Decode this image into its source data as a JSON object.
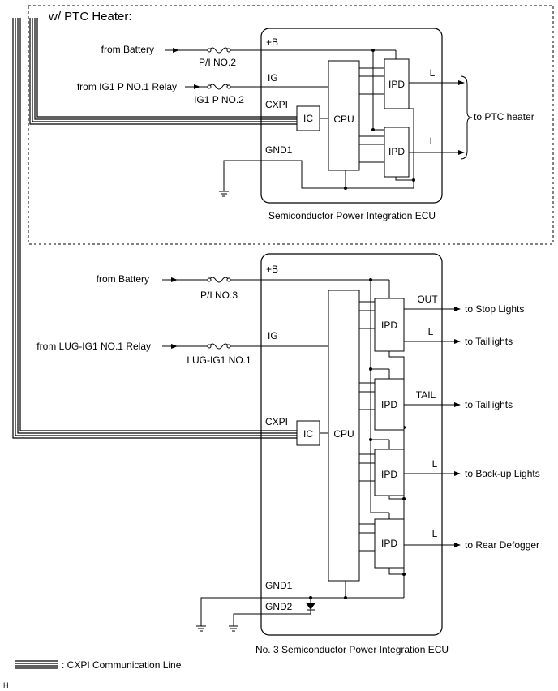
{
  "top_section": {
    "heading": "w/ PTC Heater:",
    "ecu_caption": "Semiconductor Power Integration ECU",
    "inputs": {
      "battery_label": "from Battery",
      "battery_fuse": "P/I NO.2",
      "ig_label": "from IG1 P NO.1 Relay",
      "ig_fuse": "IG1 P NO.2"
    },
    "pins": {
      "b": "+B",
      "ig": "IG",
      "cxpi": "CXPI",
      "gnd1": "GND1"
    },
    "blocks": {
      "ic": "IC",
      "cpu": "CPU",
      "ipd1": "IPD",
      "ipd2": "IPD"
    },
    "outputs": {
      "l1": "L",
      "l2": "L",
      "destination": "to PTC heater"
    }
  },
  "bottom_section": {
    "ecu_caption": "No. 3 Semiconductor Power Integration ECU",
    "inputs": {
      "battery_label": "from Battery",
      "battery_fuse": "P/I NO.3",
      "ig_label": "from LUG-IG1 NO.1 Relay",
      "ig_fuse": "LUG-IG1 NO.1"
    },
    "pins": {
      "b": "+B",
      "ig": "IG",
      "cxpi": "CXPI",
      "gnd1": "GND1",
      "gnd2": "GND2"
    },
    "blocks": {
      "ic": "IC",
      "cpu": "CPU",
      "ipd1": "IPD",
      "ipd2": "IPD",
      "ipd3": "IPD",
      "ipd4": "IPD"
    },
    "outputs": [
      {
        "pin": "OUT",
        "destination": "to Stop Lights"
      },
      {
        "pin": "L",
        "destination": "to Taillights"
      },
      {
        "pin": "TAIL",
        "destination": "to Taillights"
      },
      {
        "pin": "L",
        "destination": "to Back-up Lights"
      },
      {
        "pin": "L",
        "destination": "to Rear Defogger"
      }
    ]
  },
  "legend": {
    "label": ": CXPI Communication Line"
  },
  "footer_mark": "H"
}
